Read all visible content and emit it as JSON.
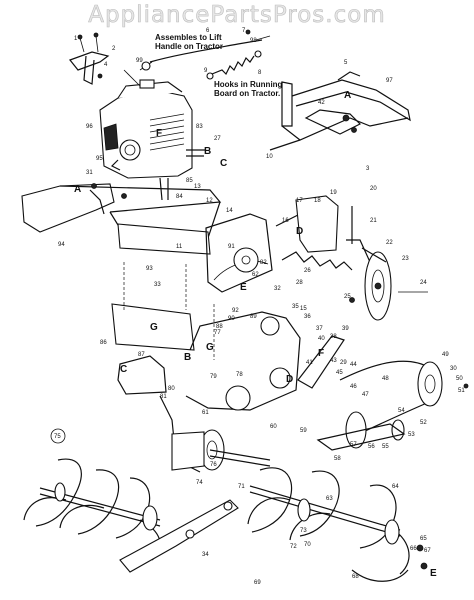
{
  "watermark": "AppliancePartsPros.com",
  "notes": {
    "lift_handle_1": "Assembles to Lift",
    "lift_handle_2": "Handle on Tractor",
    "running_board_1": "Hooks in Running",
    "running_board_2": "Board on Tractor."
  },
  "letters": [
    "A",
    "B",
    "C",
    "D",
    "E",
    "F",
    "G"
  ],
  "callouts": [
    {
      "t": "1"
    },
    {
      "t": "2"
    },
    {
      "t": "3"
    },
    {
      "t": "4"
    },
    {
      "t": "5"
    },
    {
      "t": "6"
    },
    {
      "t": "7"
    },
    {
      "t": "8"
    },
    {
      "t": "9"
    },
    {
      "t": "10"
    },
    {
      "t": "11"
    },
    {
      "t": "12"
    },
    {
      "t": "13"
    },
    {
      "t": "14"
    },
    {
      "t": "15"
    },
    {
      "t": "16"
    },
    {
      "t": "17"
    },
    {
      "t": "18"
    },
    {
      "t": "19"
    },
    {
      "t": "20"
    },
    {
      "t": "21"
    },
    {
      "t": "22"
    },
    {
      "t": "23"
    },
    {
      "t": "24"
    },
    {
      "t": "25"
    },
    {
      "t": "26"
    },
    {
      "t": "27"
    },
    {
      "t": "28"
    },
    {
      "t": "29"
    },
    {
      "t": "30"
    },
    {
      "t": "31"
    },
    {
      "t": "32"
    },
    {
      "t": "33"
    },
    {
      "t": "34"
    },
    {
      "t": "35"
    },
    {
      "t": "36"
    },
    {
      "t": "37"
    },
    {
      "t": "38"
    },
    {
      "t": "39"
    },
    {
      "t": "40"
    },
    {
      "t": "41"
    },
    {
      "t": "42"
    },
    {
      "t": "43"
    },
    {
      "t": "44"
    },
    {
      "t": "45"
    },
    {
      "t": "46"
    },
    {
      "t": "47"
    },
    {
      "t": "48"
    },
    {
      "t": "49"
    },
    {
      "t": "50"
    },
    {
      "t": "51"
    },
    {
      "t": "52"
    },
    {
      "t": "53"
    },
    {
      "t": "54"
    },
    {
      "t": "55"
    },
    {
      "t": "56"
    },
    {
      "t": "57"
    },
    {
      "t": "58"
    },
    {
      "t": "59"
    },
    {
      "t": "60"
    },
    {
      "t": "61"
    },
    {
      "t": "62"
    },
    {
      "t": "63"
    },
    {
      "t": "64"
    },
    {
      "t": "65"
    },
    {
      "t": "66"
    },
    {
      "t": "67"
    },
    {
      "t": "68"
    },
    {
      "t": "69"
    },
    {
      "t": "70"
    },
    {
      "t": "71"
    },
    {
      "t": "72"
    },
    {
      "t": "73"
    },
    {
      "t": "74"
    },
    {
      "t": "75"
    },
    {
      "t": "76"
    },
    {
      "t": "77"
    },
    {
      "t": "78"
    },
    {
      "t": "79"
    },
    {
      "t": "80"
    },
    {
      "t": "81"
    },
    {
      "t": "82"
    },
    {
      "t": "83"
    },
    {
      "t": "84"
    },
    {
      "t": "85"
    },
    {
      "t": "86"
    },
    {
      "t": "87"
    },
    {
      "t": "88"
    },
    {
      "t": "89"
    },
    {
      "t": "90"
    },
    {
      "t": "91"
    },
    {
      "t": "92"
    },
    {
      "t": "93"
    },
    {
      "t": "94"
    },
    {
      "t": "95"
    },
    {
      "t": "96"
    },
    {
      "t": "97"
    },
    {
      "t": "98"
    },
    {
      "t": "99"
    }
  ]
}
